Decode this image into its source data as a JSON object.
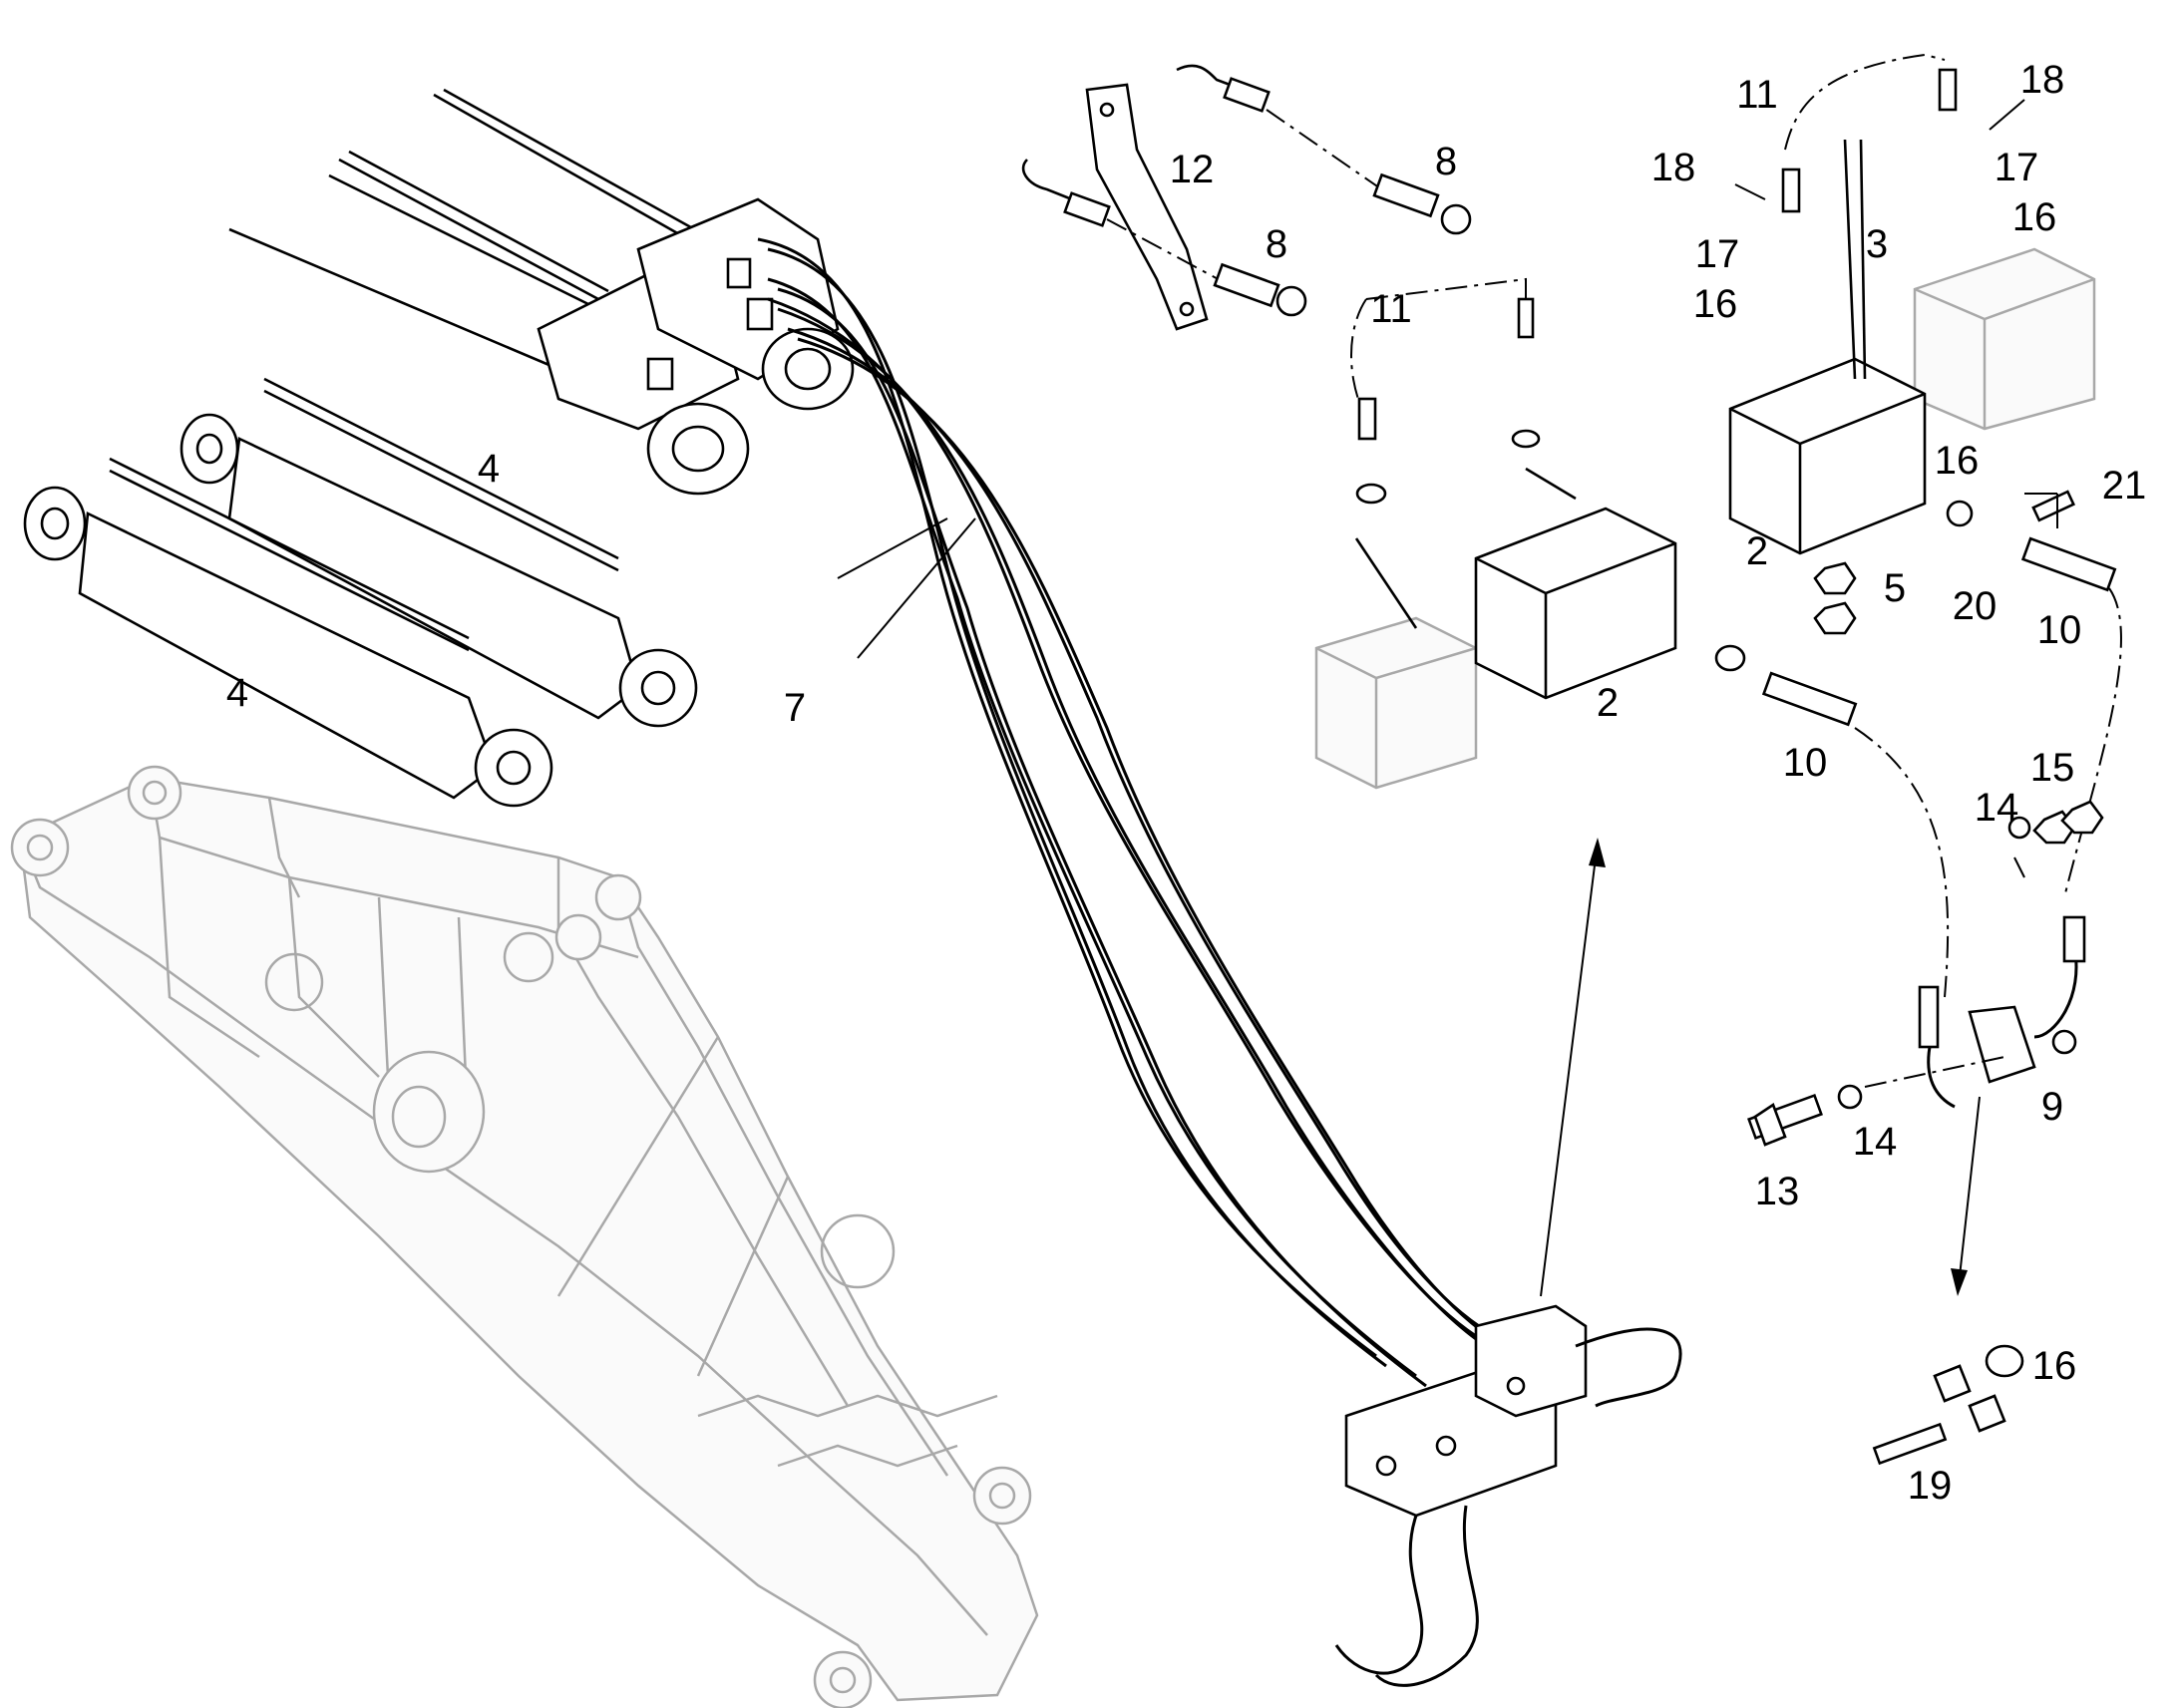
{
  "colors": {
    "ink": "#000000",
    "ghost": "#a8a8a8",
    "background": "#ffffff"
  },
  "callouts": [
    {
      "id": "c2a",
      "label": "2"
    },
    {
      "id": "c2b",
      "label": "2"
    },
    {
      "id": "c3",
      "label": "3"
    },
    {
      "id": "c4a",
      "label": "4"
    },
    {
      "id": "c4b",
      "label": "4"
    },
    {
      "id": "c5",
      "label": "5"
    },
    {
      "id": "c7",
      "label": "7"
    },
    {
      "id": "c8a",
      "label": "8"
    },
    {
      "id": "c8b",
      "label": "8"
    },
    {
      "id": "c9",
      "label": "9"
    },
    {
      "id": "c10a",
      "label": "10"
    },
    {
      "id": "c10b",
      "label": "10"
    },
    {
      "id": "c11a",
      "label": "11"
    },
    {
      "id": "c11b",
      "label": "11"
    },
    {
      "id": "c12",
      "label": "12"
    },
    {
      "id": "c13",
      "label": "13"
    },
    {
      "id": "c14a",
      "label": "14"
    },
    {
      "id": "c14b",
      "label": "14"
    },
    {
      "id": "c15",
      "label": "15"
    },
    {
      "id": "c16a",
      "label": "16"
    },
    {
      "id": "c16b",
      "label": "16"
    },
    {
      "id": "c16c",
      "label": "16"
    },
    {
      "id": "c16d",
      "label": "16"
    },
    {
      "id": "c17a",
      "label": "17"
    },
    {
      "id": "c17b",
      "label": "17"
    },
    {
      "id": "c18a",
      "label": "18"
    },
    {
      "id": "c18b",
      "label": "18"
    },
    {
      "id": "c19",
      "label": "19"
    },
    {
      "id": "c20",
      "label": "20"
    },
    {
      "id": "c21",
      "label": "21"
    }
  ]
}
